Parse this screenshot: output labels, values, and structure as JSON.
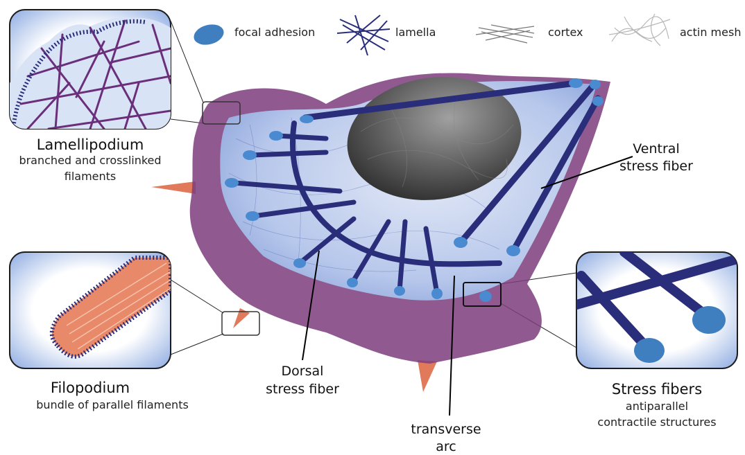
{
  "legend": {
    "focal_adhesion": "focal adhesion",
    "lamella": "lamella",
    "cortex": "cortex",
    "actin_mesh": "actin mesh"
  },
  "lamellipodium": {
    "title": "Lamellipodium",
    "line1": "branched and crosslinked",
    "line2": "filaments"
  },
  "filopodium": {
    "title": "Filopodium",
    "line1": "bundle of parallel filaments"
  },
  "stress_fibers": {
    "title": "Stress fibers",
    "line1": "antiparallel",
    "line2": "contractile structures"
  },
  "ventral": {
    "line1": "Ventral",
    "line2": "stress fiber"
  },
  "dorsal": {
    "line1": "Dorsal",
    "line2": "stress fiber"
  },
  "transverse": {
    "line1": "transverse",
    "line2": "arc"
  },
  "colors": {
    "focal_adhesion": "#3f7fc0",
    "stress_fiber": "#2a2e7a",
    "lamellipodium_mesh": "#6a2e7a",
    "filopodium": "#e07a5a",
    "cell_body": "#cfe0f4",
    "nucleus": "#5a5a5a"
  }
}
